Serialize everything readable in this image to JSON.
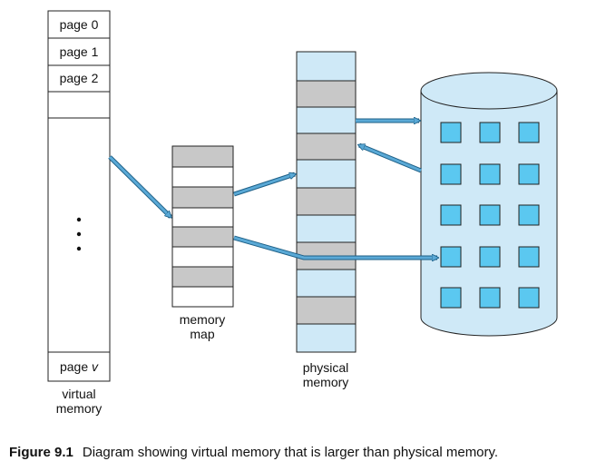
{
  "virtual_memory": {
    "pages": [
      "page 0",
      "page 1",
      "page 2"
    ],
    "last_page_prefix": "page",
    "last_page_var": "v",
    "label_line1": "virtual",
    "label_line2": "memory"
  },
  "memory_map": {
    "label_line1": "memory",
    "label_line2": "map"
  },
  "physical_memory": {
    "label_line1": "physical",
    "label_line2": "memory"
  },
  "caption": {
    "number": "Figure 9.1",
    "text": "Diagram showing virtual memory that is larger than physical memory."
  },
  "colors": {
    "frame_light": "#cfe9f7",
    "frame_gray": "#c8c8c8",
    "disk_square": "#5bc8f0",
    "arrow": "#5aa9d6",
    "stroke": "#222222"
  }
}
